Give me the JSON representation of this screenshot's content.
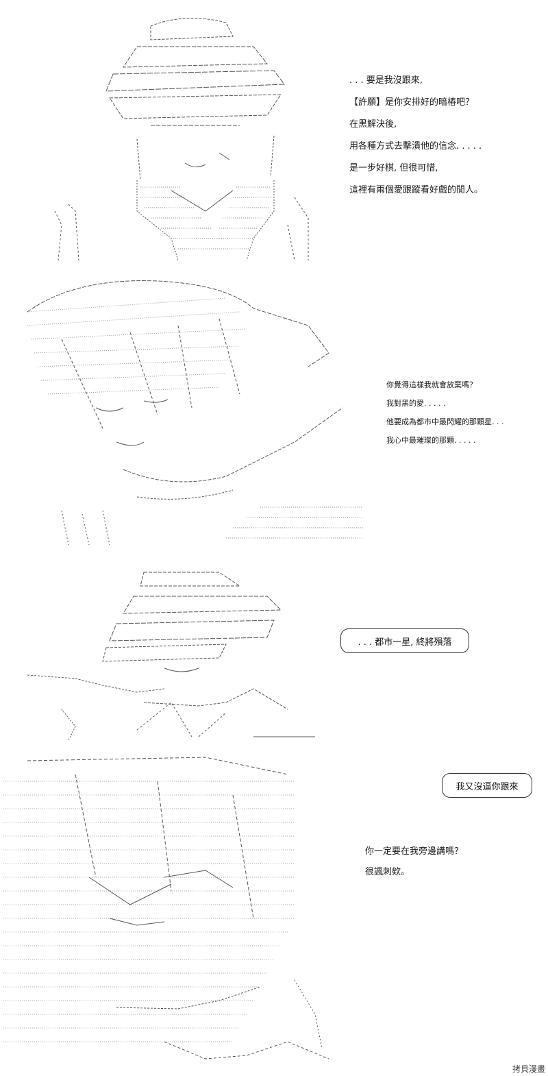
{
  "panels": [
    {
      "id": "panel-1",
      "lines": [
        ". . . 要是我沒跟來,",
        "【許願】是你安排好的暗樁吧？",
        "在黑解決後,",
        "用各種方式去擊潰他的信念. . . . .",
        "是一步好棋, 但很可惜,",
        "這裡有兩個愛跟蹤看好戲的閒人。"
      ]
    },
    {
      "id": "panel-2",
      "lines": [
        "你覺得這樣我就會放棄嗎？",
        "我對黑的愛. . . . .",
        "他要成為都市中最閃耀的那顆星. . .",
        "我心中最璀璨的那顆. . . . ."
      ]
    },
    {
      "id": "panel-3",
      "bubble": ". . . 都市一星, 終將殞落"
    },
    {
      "id": "panel-4",
      "lines": [
        "你一定要在我旁邊講嗎？",
        "很諷刺欸。"
      ],
      "bubble": "我又沒逼你跟來"
    }
  ],
  "watermark": "拷貝漫畫"
}
